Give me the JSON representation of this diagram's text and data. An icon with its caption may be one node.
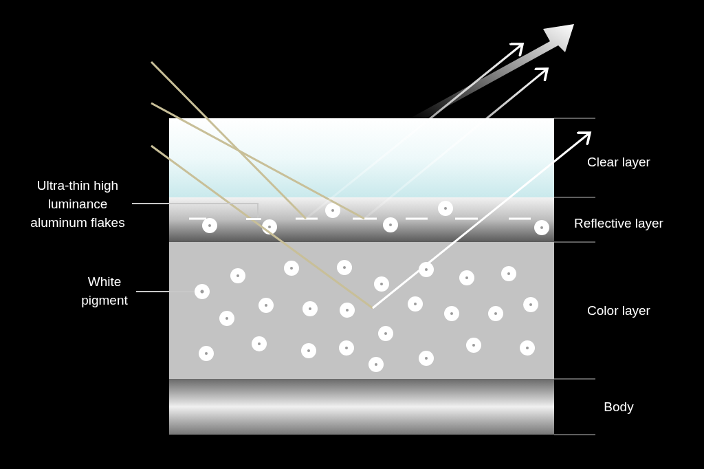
{
  "diagram": {
    "nodes": [
      {
        "text": [],
        "shape": "band",
        "beside": [
          "Clear layer"
        ]
      },
      {
        "text": [],
        "shape": "band",
        "beside": [
          "Reflective layer"
        ]
      },
      {
        "text": [],
        "shape": "band",
        "beside": [
          "Color layer"
        ]
      },
      {
        "text": [],
        "shape": "band",
        "beside": [
          "Body"
        ]
      },
      {
        "text": [
          "Ultra-thin high luminance aluminum flakes"
        ]
      },
      {
        "text": [],
        "shape": "bar",
        "in": 1
      },
      {
        "text": [
          "White pigment"
        ]
      },
      {
        "text": [],
        "shape": "circle",
        "in": 2
      }
    ],
    "edges": [
      {
        "from": 4,
        "to": 5,
        "arrow": "none"
      },
      {
        "from": 6,
        "to": 7,
        "arrow": "none"
      }
    ]
  }
}
